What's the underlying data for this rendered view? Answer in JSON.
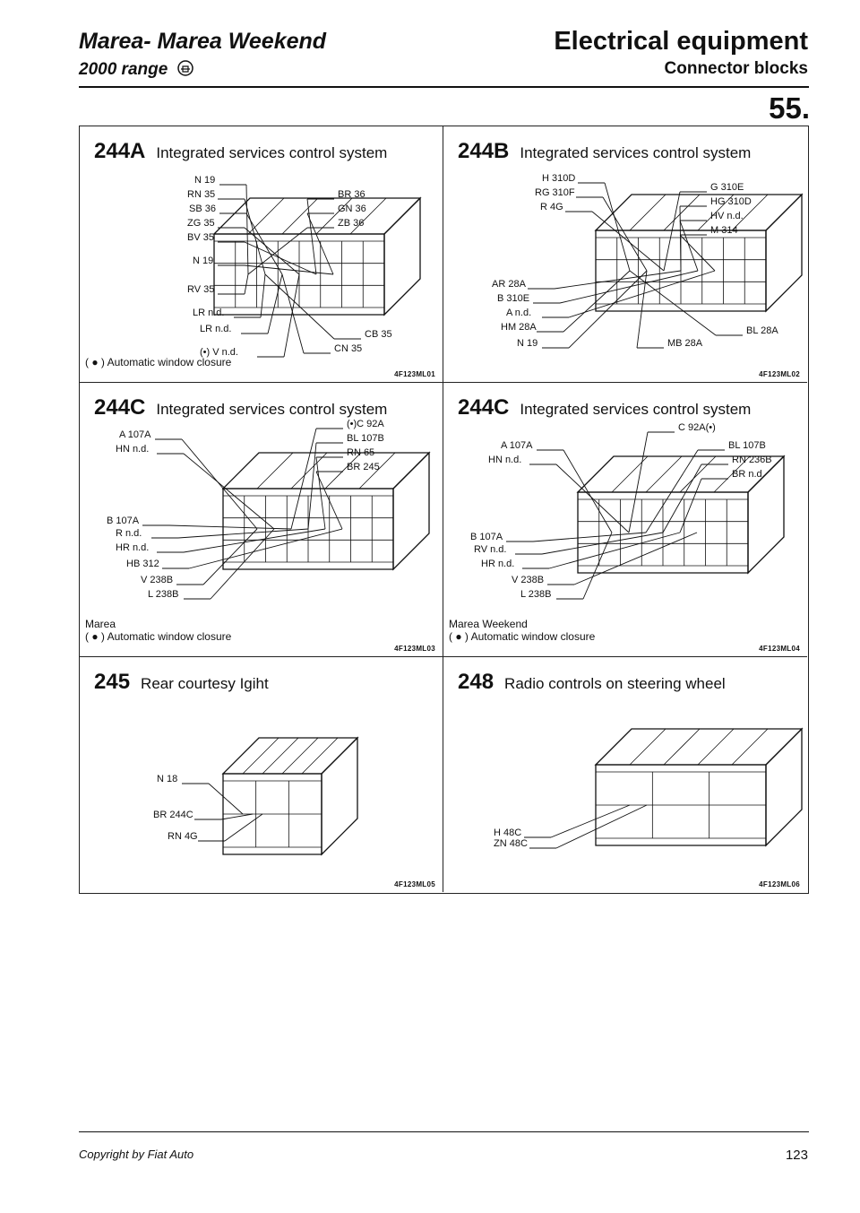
{
  "header": {
    "left_title": "Marea- Marea Weekend",
    "left_sub": "2000 range",
    "right_title": "Electrical equipment",
    "right_sub": "Connector blocks",
    "section": "55."
  },
  "cells": [
    {
      "code": "244A",
      "name": "Integrated services control system",
      "ref": "4F123ML01",
      "labels": [
        "N 19",
        "RN 35",
        "SB 36",
        "ZG 35",
        "BV 35",
        "N 19",
        "RV 35",
        "LR n.d.",
        "LR n.d.",
        "(•) V n.d.",
        "BR 36",
        "GN 36",
        "ZB 36",
        "CB 35",
        "CN 35"
      ],
      "notes": [
        "( ● ) Automatic window closure"
      ]
    },
    {
      "code": "244B",
      "name": "Integrated services control system",
      "ref": "4F123ML02",
      "labels": [
        "H 310D",
        "RG 310F",
        "R 4G",
        "AR 28A",
        "B 310E",
        "A n.d.",
        "HM 28A",
        "N 19",
        "G 310E",
        "HG 310D",
        "HV n.d.",
        "M 314",
        "BL 28A",
        "MB 28A"
      ],
      "notes": []
    },
    {
      "code": "244C",
      "name": "Integrated services control system",
      "ref": "4F123ML03",
      "labels": [
        "A 107A",
        "HN n.d.",
        "B 107A",
        "R n.d.",
        "HR n.d.",
        "HB 312",
        "V 238B",
        "L 238B",
        "(•)C 92A",
        "BL 107B",
        "RN 65",
        "BR 245"
      ],
      "notes": [
        "Marea",
        "( ● ) Automatic window closure"
      ]
    },
    {
      "code": "244C",
      "name": "Integrated services control system",
      "ref": "4F123ML04",
      "labels": [
        "A 107A",
        "HN n.d.",
        "B 107A",
        "RV n.d.",
        "HR n.d.",
        "V 238B",
        "L 238B",
        "C 92A(•)",
        "BL 107B",
        "RN 236B",
        "BR n.d."
      ],
      "notes": [
        "Marea Weekend",
        "( ● ) Automatic window closure"
      ]
    },
    {
      "code": "245",
      "name": "Rear courtesy Igiht",
      "ref": "4F123ML05",
      "labels": [
        "N 18",
        "BR 244C",
        "RN 4G"
      ],
      "notes": []
    },
    {
      "code": "248",
      "name": "Radio controls on steering wheel",
      "ref": "4F123ML06",
      "labels": [
        "H 48C",
        "ZN 48C"
      ],
      "notes": []
    }
  ],
  "footer": {
    "copyright": "Copyright by Fiat Auto",
    "page": "123"
  }
}
